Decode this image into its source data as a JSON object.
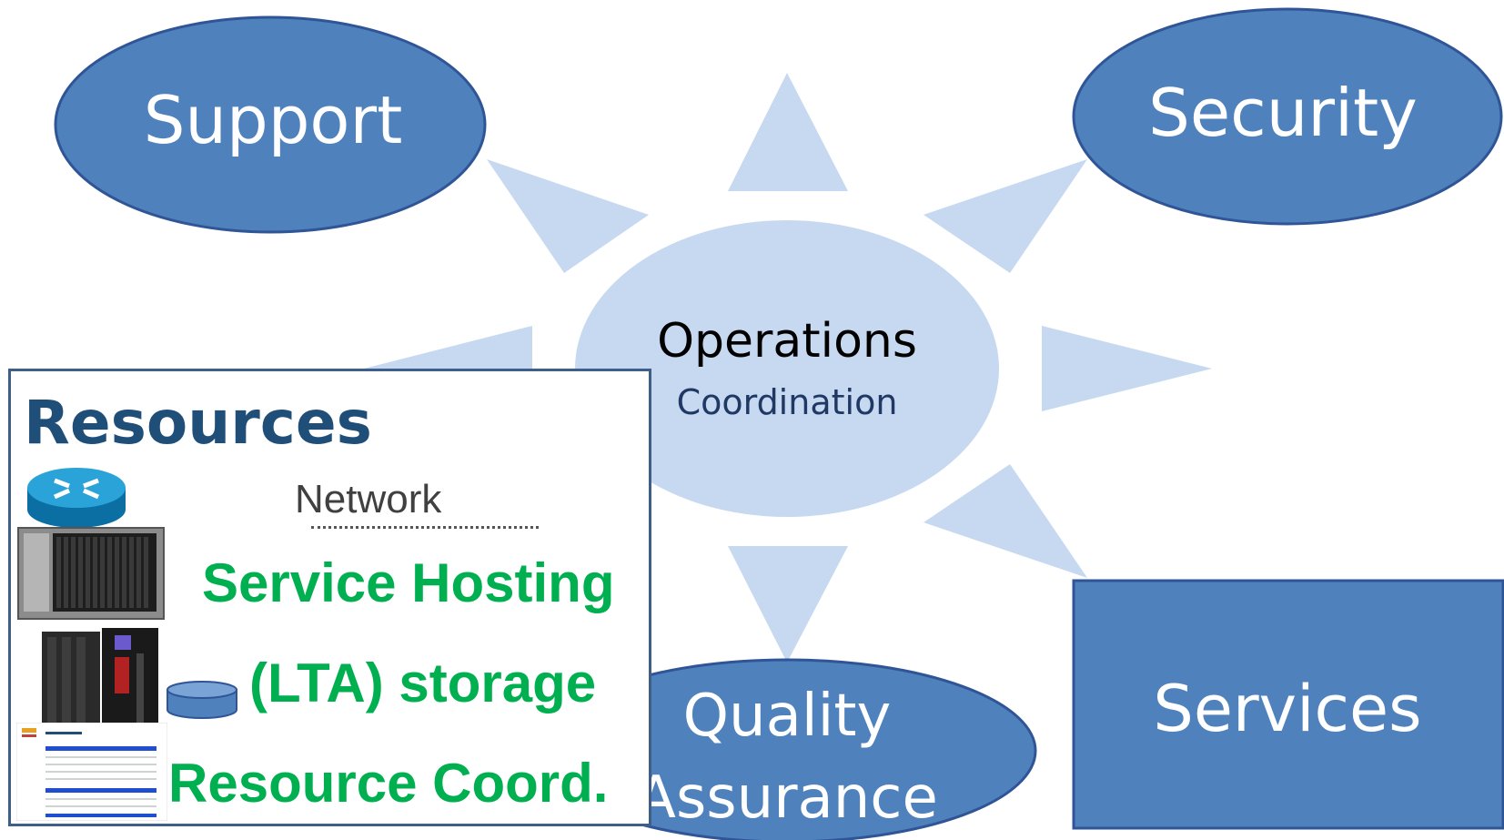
{
  "colors": {
    "node_fill": "#4f81bd",
    "node_stroke": "#2f5597",
    "hub_fill": "#c6d9f0",
    "arrow_fill": "#c6d9f0",
    "resources_title": "#1f4e79",
    "resources_items": "#00b050"
  },
  "hub": {
    "title": "Operations",
    "subtitle": "Coordination"
  },
  "nodes": {
    "support": "Support",
    "security": "Security",
    "quality_line1": "Quality",
    "quality_line2": "Assurance",
    "services": "Services"
  },
  "resources": {
    "title": "Resources",
    "items": [
      {
        "label": "Network",
        "icon": "router-icon"
      },
      {
        "label": "Service Hosting",
        "icon": "server-rack-icon"
      },
      {
        "label": "(LTA) storage",
        "icon": "tape-library-icon"
      },
      {
        "label": "Resource Coord.",
        "icon": "document-table-icon"
      }
    ]
  }
}
